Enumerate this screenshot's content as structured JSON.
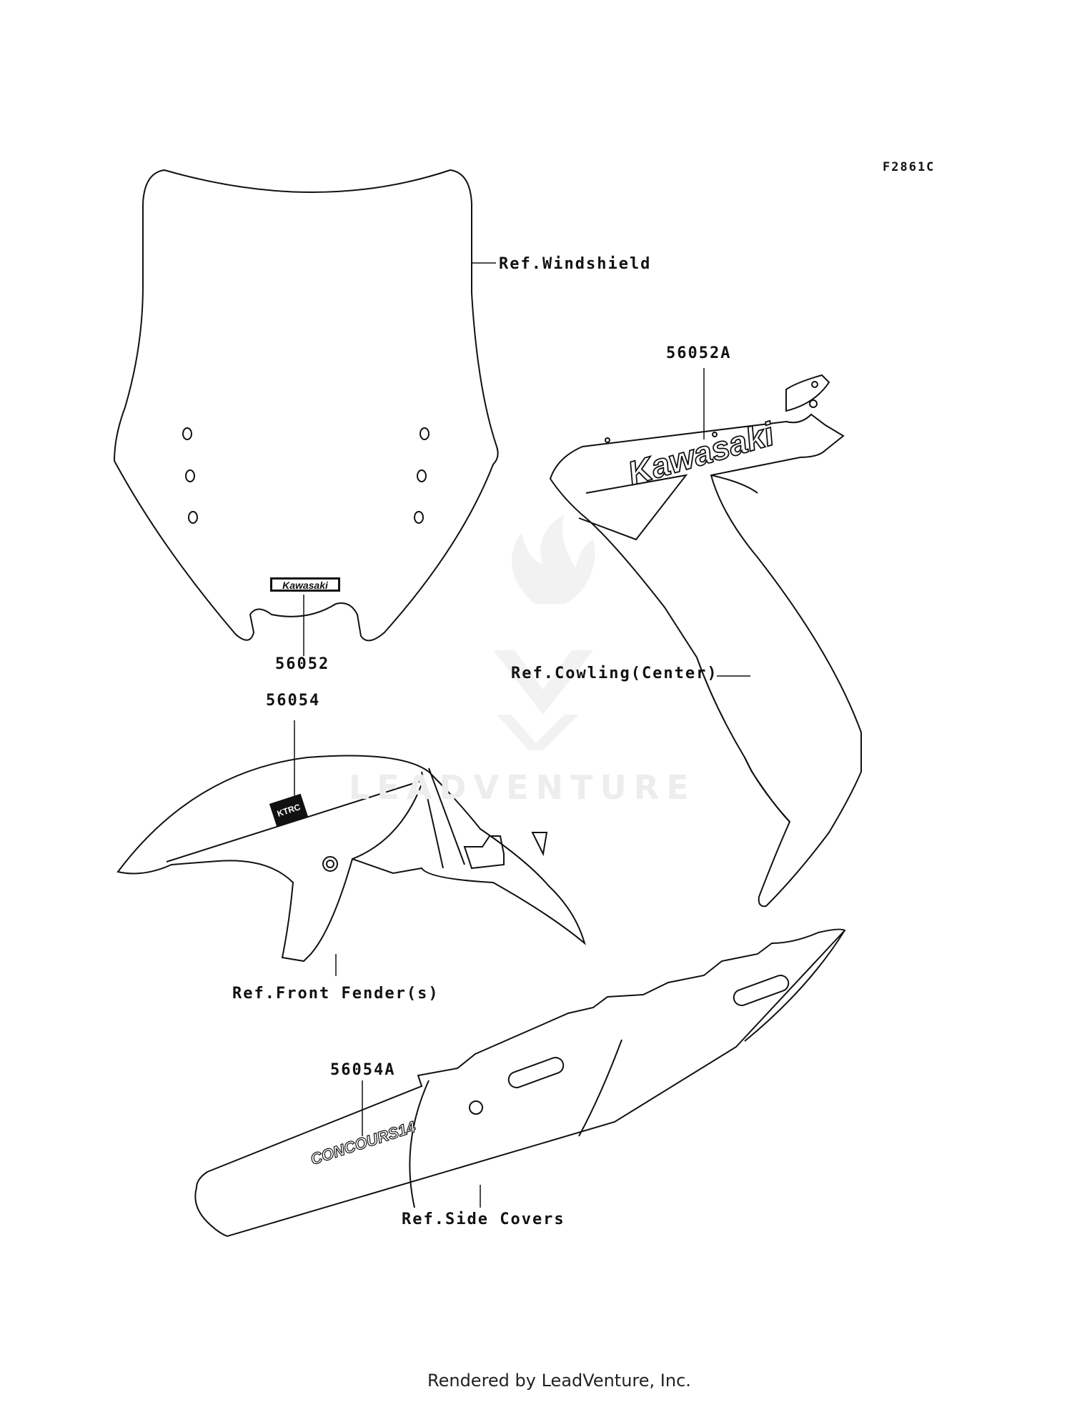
{
  "figure_code": "F2861C",
  "watermark": "LEADVENTURE",
  "footer": "Rendered by LeadVenture, Inc.",
  "parts": {
    "windshield_decal": "56052",
    "cowling_decal": "56052A",
    "fender_decal": "56054",
    "side_cover_decal": "56054A"
  },
  "references": {
    "windshield": "Ref.Windshield",
    "cowling": "Ref.Cowling(Center)",
    "front_fender": "Ref.Front Fender(s)",
    "side_covers": "Ref.Side Covers"
  },
  "decal_text": {
    "windshield": "Kawasaki",
    "cowling": "Kawasaki",
    "fender": "KTRC",
    "side_cover": "CONCOURS14"
  },
  "colors": {
    "line": "#111111",
    "watermark": "#e6e6e6"
  }
}
